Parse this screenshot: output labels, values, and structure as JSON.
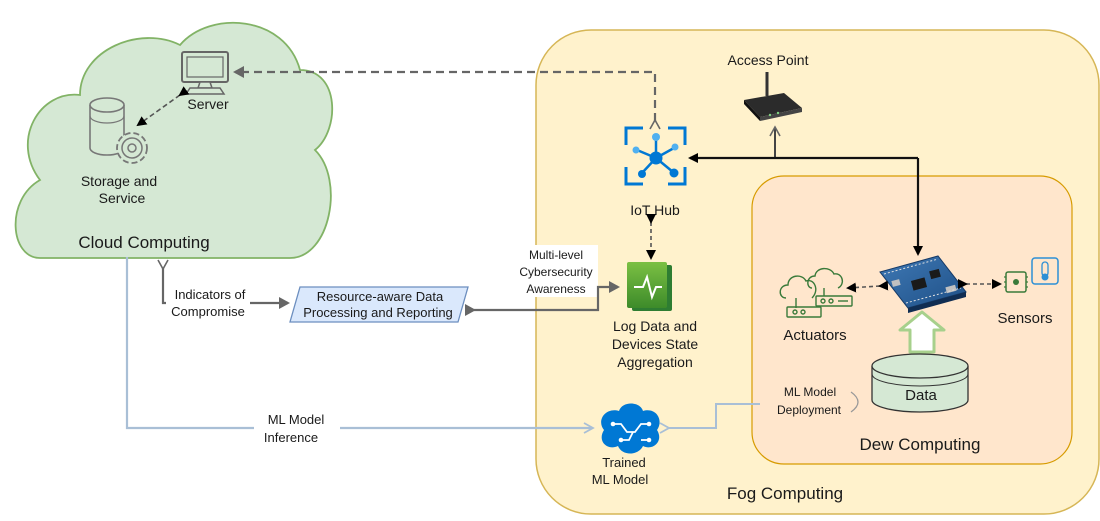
{
  "cloud": {
    "title": "Cloud Computing",
    "server_label": "Server",
    "storage_line1": "Storage and",
    "storage_line2": "Service"
  },
  "fog": {
    "title": "Fog Computing",
    "access_point_label": "Access Point",
    "iot_hub_label": "IoT Hub",
    "log_line1": "Log Data and",
    "log_line2": "Devices State",
    "log_line3": "Aggregation",
    "awareness_line1": "Multi-level",
    "awareness_line2": "Cybersecurity",
    "awareness_line3": "Awareness",
    "trained_line1": "Trained",
    "trained_line2": "ML Model",
    "deploy_line1": "ML Model",
    "deploy_line2": "Deployment"
  },
  "dew": {
    "title": "Dew Computing",
    "actuators_label": "Actuators",
    "sensors_label": "Sensors",
    "data_label": "Data"
  },
  "center": {
    "ioc_line1": "Indicators of",
    "ioc_line2": "Compromise",
    "processing_line1": "Resource-aware Data",
    "processing_line2": "Processing and Reporting",
    "inference_line1": "ML Model",
    "inference_line2": "Inference"
  },
  "colors": {
    "cloud_fill": "#d5e8d4",
    "cloud_stroke": "#82b366",
    "fog_fill": "#fff2cc",
    "fog_stroke": "#d6b656",
    "dew_fill": "#ffe6cc",
    "dew_stroke": "#d79b00",
    "azure_blue": "#0078d4",
    "ml_line": "#a9bfd6"
  }
}
